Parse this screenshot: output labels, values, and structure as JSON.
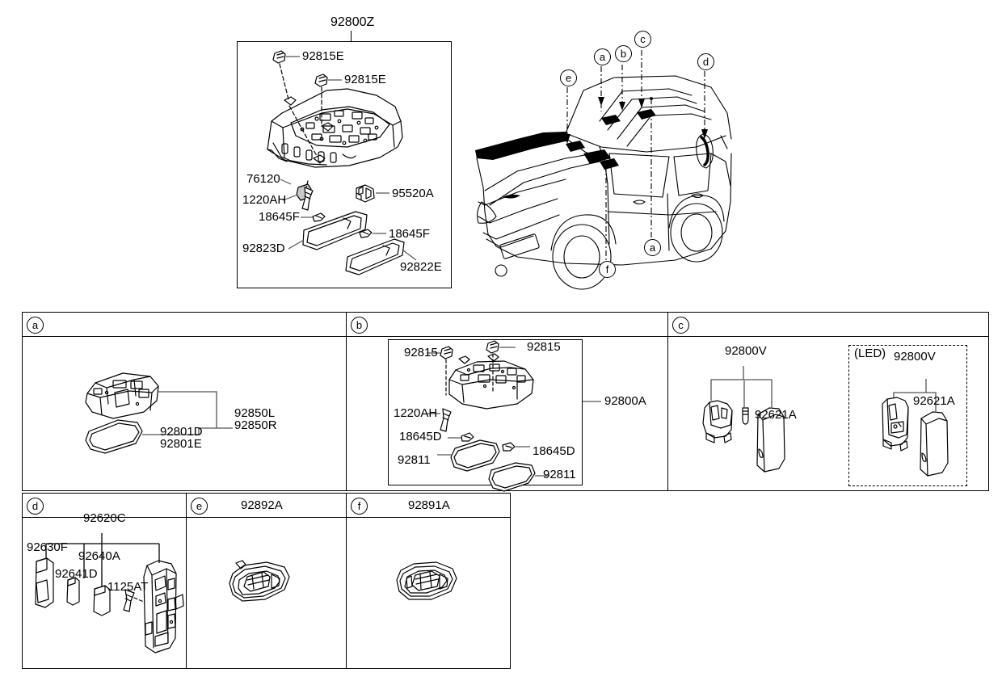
{
  "diagram": {
    "title_part": "92800Z",
    "type": "kia-soul-room-lamp-parts-diagram"
  },
  "main_panel": {
    "header_part": "92800Z",
    "labels": [
      {
        "id": "92815E-top",
        "text": "92815E"
      },
      {
        "id": "92815E-second",
        "text": "92815E"
      },
      {
        "id": "76120",
        "text": "76120"
      },
      {
        "id": "1220AH",
        "text": "1220AH"
      },
      {
        "id": "18645F-left",
        "text": "18645F"
      },
      {
        "id": "92823D",
        "text": "92823D"
      },
      {
        "id": "95520A",
        "text": "95520A"
      },
      {
        "id": "18645F-right",
        "text": "18645F"
      },
      {
        "id": "92822E",
        "text": "92822E"
      }
    ]
  },
  "vehicle": {
    "callouts": [
      {
        "key": "a",
        "label": "a"
      },
      {
        "key": "b",
        "label": "b"
      },
      {
        "key": "c",
        "label": "c"
      },
      {
        "key": "d",
        "label": "d"
      },
      {
        "key": "e",
        "label": "e"
      },
      {
        "key": "a2",
        "label": "a"
      },
      {
        "key": "f",
        "label": "f"
      }
    ]
  },
  "panels": {
    "a": {
      "key": "a",
      "labels": [
        {
          "id": "92850L",
          "text": "92850L"
        },
        {
          "id": "92850R",
          "text": "92850R"
        },
        {
          "id": "92801D",
          "text": "92801D"
        },
        {
          "id": "92801E",
          "text": "92801E"
        }
      ]
    },
    "b": {
      "key": "b",
      "labels": [
        {
          "id": "92815-left",
          "text": "92815"
        },
        {
          "id": "92815-right",
          "text": "92815"
        },
        {
          "id": "1220AH",
          "text": "1220AH"
        },
        {
          "id": "18645D-left",
          "text": "18645D"
        },
        {
          "id": "92811-left",
          "text": "92811"
        },
        {
          "id": "18645D-right",
          "text": "18645D"
        },
        {
          "id": "92811-right",
          "text": "92811"
        },
        {
          "id": "92800A",
          "text": "92800A"
        }
      ]
    },
    "c": {
      "key": "c",
      "labels": [
        {
          "id": "92800V-std",
          "text": "92800V"
        },
        {
          "id": "92621A-std",
          "text": "92621A"
        },
        {
          "id": "led-tag",
          "text": "(LED)"
        },
        {
          "id": "92800V-led",
          "text": "92800V"
        },
        {
          "id": "92621A-led",
          "text": "92621A"
        }
      ]
    },
    "d": {
      "key": "d",
      "labels": [
        {
          "id": "92620C",
          "text": "92620C"
        },
        {
          "id": "92630F",
          "text": "92630F"
        },
        {
          "id": "92640A",
          "text": "92640A"
        },
        {
          "id": "92641D",
          "text": "92641D"
        },
        {
          "id": "1125AT",
          "text": "1125AT"
        }
      ]
    },
    "e": {
      "key": "e",
      "title": "92892A"
    },
    "f": {
      "key": "f",
      "title": "92891A"
    }
  },
  "colors": {
    "line": "#000000",
    "background": "#ffffff",
    "leader": "#4a4a4a"
  }
}
